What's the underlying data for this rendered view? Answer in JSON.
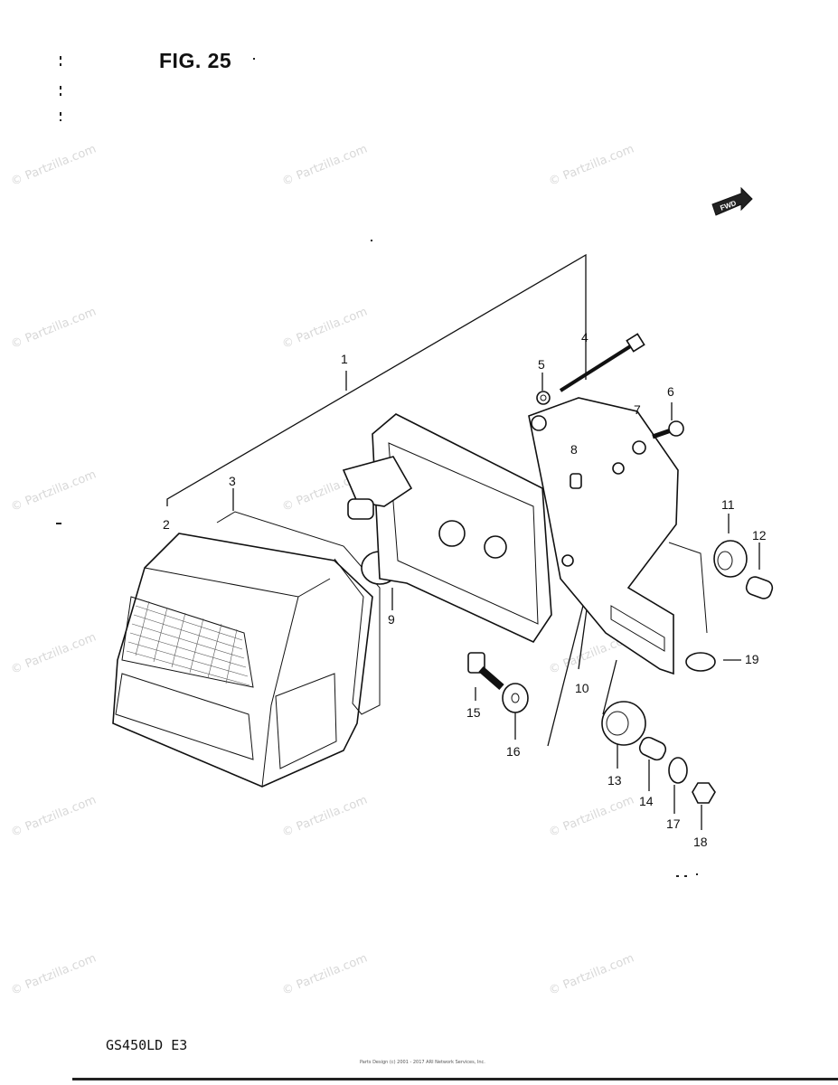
{
  "figure": {
    "title": "FIG. 25",
    "model": "GS450LD  E3",
    "fwd_label": "FWD",
    "copyright": "Parts Design (c) 2001 - 2017 ARI Network Services, Inc.",
    "watermark": "© Partzilla.com",
    "callouts": [
      "1",
      "2",
      "3",
      "4",
      "5",
      "6",
      "7",
      "8",
      "9",
      "10",
      "11",
      "12",
      "13",
      "14",
      "15",
      "16",
      "17",
      "18",
      "19"
    ]
  }
}
